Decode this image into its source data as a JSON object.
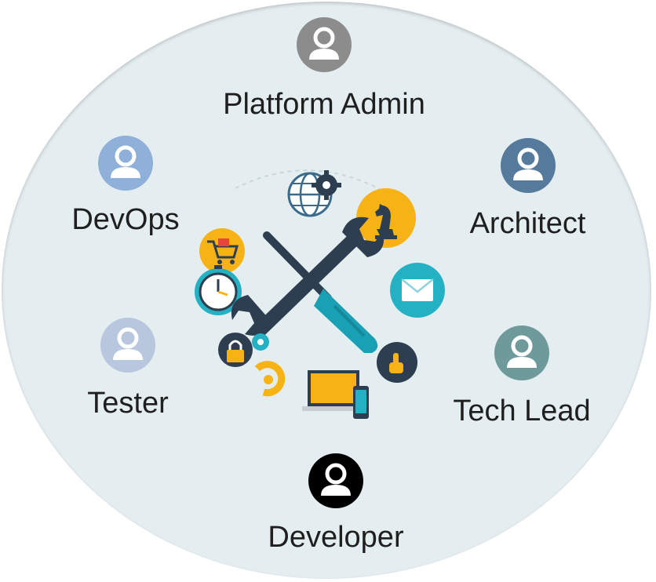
{
  "roles": {
    "platform_admin": {
      "label": "Platform Admin",
      "color": "#8c8c8c",
      "icon": "user-icon"
    },
    "devops": {
      "label": "DevOps",
      "color": "#8fb0d9",
      "icon": "user-icon"
    },
    "architect": {
      "label": "Architect",
      "color": "#557a9c",
      "icon": "user-icon"
    },
    "tester": {
      "label": "Tester",
      "color": "#b8c7dd",
      "icon": "user-icon"
    },
    "tech_lead": {
      "label": "Tech Lead",
      "color": "#6f9a9c",
      "icon": "user-icon"
    },
    "developer": {
      "label": "Developer",
      "color": "#000000",
      "icon": "user-icon"
    }
  },
  "center_icons": [
    "wrench-icon",
    "screwdriver-icon",
    "globe-gear-icon",
    "chess-knight-icon",
    "shopping-cart-icon",
    "clock-icon",
    "mail-icon",
    "lock-icon",
    "gear-icon",
    "touch-icon",
    "laptop-phone-icon"
  ],
  "colors": {
    "background": "#e4edf0",
    "tool_dark": "#2c3e50",
    "tool_teal": "#1aa0b4",
    "accent_orange": "#f7b316",
    "accent_teal": "#25b1c4"
  }
}
